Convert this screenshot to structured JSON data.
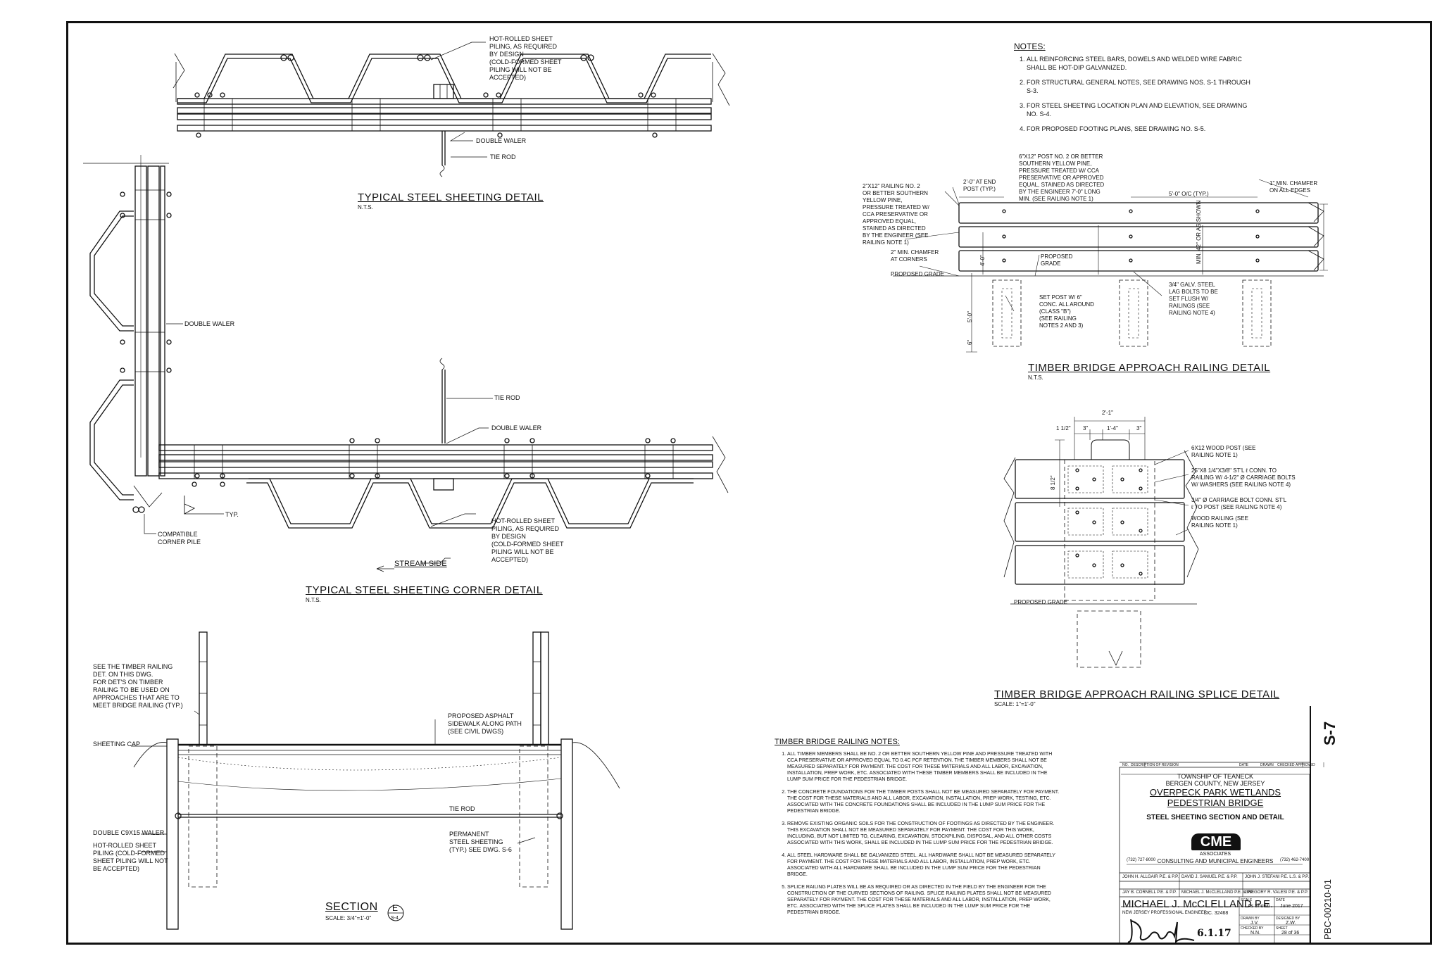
{
  "details": {
    "steel_sheeting": {
      "title": "TYPICAL STEEL SHEETING DETAIL",
      "scale": "N.T.S.",
      "labels": {
        "piling": "HOT-ROLLED SHEET\nPILING, AS REQUIRED\nBY DESIGN\n(COLD-FORMED SHEET\nPILING WILL NOT BE\nACCEPTED)",
        "double_waler": "DOUBLE WALER",
        "tie_rod": "TIE ROD"
      }
    },
    "corner": {
      "title": "TYPICAL STEEL SHEETING CORNER DETAIL",
      "scale": "N.T.S.",
      "labels": {
        "double_waler_left": "DOUBLE WALER",
        "tie_rod": "TIE ROD",
        "double_waler": "DOUBLE WALER",
        "typ": "TYP.",
        "corner_pile": "COMPATIBLE\nCORNER PILE",
        "piling": "HOT-ROLLED SHEET\nPILING, AS REQUIRED\nBY DESIGN\n(COLD-FORMED SHEET\nPILING WILL NOT BE\nACCEPTED)",
        "stream_side": "STREAM SIDE"
      }
    },
    "section": {
      "title": "SECTION",
      "scale": "SCALE:  3/4\"=1'-0\"",
      "callout_letter": "E",
      "callout_sheet": "S-4",
      "labels": {
        "timber_railing": "SEE THE TIMBER RAILING\nDET. ON THIS DWG.\nFOR DET'S ON TIMBER\nRAILING TO BE USED ON\nAPPROACHES THAT ARE TO\nMEET BRIDGE RAILING (TYP.)",
        "sheeting_cap": "SHEETING CAP",
        "asphalt": "PROPOSED ASPHALT\nSIDEWALK ALONG PATH\n(SEE CIVIL DWGS)",
        "tie_rod": "TIE ROD",
        "waler": "DOUBLE C9x15 WALER",
        "piling": "HOT-ROLLED SHEET\nPILING (COLD-FORMED\nSHEET PILING WILL NOT\nBE ACCEPTED)",
        "permanent": "PERMANENT\nSTEEL SHEETING\n(TYP.) SEE DWG. S-6"
      }
    },
    "railing": {
      "title": "TIMBER BRIDGE APPROACH RAILING DETAIL",
      "scale": "N.T.S.",
      "labels": {
        "post": "6\"x12\" POST NO. 2 OR BETTER\nSOUTHERN YELLOW PINE,\nPRESSURE TREATED W/ CCA\nPRESERVATIVE OR APPROVED\nEQUAL, STAINED AS DIRECTED\nBY THE ENGINEER 7'-0\" LONG\nMIN. (SEE RAILING NOTE 1)",
        "rail": "2\"x12\" RAILING NO. 2\nOR BETTER SOUTHERN\nYELLOW PINE,\nPRESSURE TREATED W/\nCCA PRESERVATIVE OR\nAPPROVED EQUAL,\nSTAINED AS DIRECTED\nBY THE ENGINEER (SEE\nRAILING NOTE 1)",
        "end_post": "2'-0\" AT END\nPOST (TYP.)",
        "spacing": "5'-0\" o/c (TYP.)",
        "chamfer_1": "1\" MIN. CHAMFER\nON ALL EDGES",
        "chamfer_2": "2\" MIN. CHAMFER\nAT CORNERS",
        "grade_prop": "PROPOSED\nGRADE",
        "proposed_grade": "PROPOSED GRADE",
        "set_post": "SET POST W/ 6\"\nCONC. ALL AROUND\n(CLASS \"B\")\n(SEE RAILING\nNOTES 2 AND 3)",
        "lag_bolts": "3/4\" GALV. STEEL\nLAG BOLTS TO BE\nSET FLUSH W/\nRAILINGS (SEE\nRAILING NOTE 4)",
        "dim_4_0": "4'-0\"",
        "dim_min": "MIN. 42\" OR\nAS SHOWN",
        "dim_5_0": "5'-0\"",
        "dim_6": "6\""
      }
    },
    "splice": {
      "title": "TIMBER BRIDGE APPROACH RAILING SPLICE DETAIL",
      "scale": "SCALE:  1\"=1'-0\"",
      "labels": {
        "dim_top": "2'-1\"",
        "dim_a": "1 1/2\"",
        "dim_b": "3\"",
        "dim_c": "1'-4\"",
        "dim_d": "3\"",
        "dim_side": "8 1/2\"",
        "wood_post": "6x12 WOOD POST (SEE\nRAILING NOTE 1)",
        "conn": "25\"x8 1/4\"x3/8\" ST'L ℓ CONN. TO\nRAILING W/ 4-1/2\" ø CARRIAGE BOLTS\nW/ WASHERS (SEE RAILING NOTE 4)",
        "bolt": "3/4\" ø CARRIAGE BOLT CONN. ST'L\nℓ TO POST (SEE RAILING NOTE 4)",
        "wood_railing": "WOOD RAILING (SEE\nRAILING NOTE 1)",
        "proposed_grade": "PROPOSED GRADE"
      }
    }
  },
  "notes": {
    "heading": "NOTES:",
    "items": [
      "ALL REINFORCING STEEL BARS, DOWELS AND WELDED WIRE FABRIC SHALL BE HOT-DIP GALVANIZED.",
      "FOR STRUCTURAL GENERAL NOTES, SEE DRAWING NOS. S-1 THROUGH S-3.",
      "FOR STEEL SHEETING LOCATION PLAN AND ELEVATION, SEE DRAWING NO. S-4.",
      "FOR PROPOSED FOOTING PLANS, SEE DRAWING NO. S-5."
    ]
  },
  "railing_notes": {
    "heading": "TIMBER BRIDGE RAILING NOTES:",
    "items": [
      "ALL TIMBER MEMBERS SHALL BE No. 2 OR BETTER SOUTHERN YELLOW PINE AND PRESSURE TREATED WITH CCA PRESERVATIVE OR APPROVED EQUAL TO 0.4C PCF RETENTION. THE TIMBER MEMBERS SHALL NOT BE MEASURED SEPARATELY FOR PAYMENT. THE COST FOR THESE MATERIALS AND ALL LABOR, EXCAVATION, INSTALLATION, PREP WORK, ETC. ASSOCIATED WITH THESE TIMBER MEMBERS SHALL BE INCLUDED IN THE LUMP SUM PRICE FOR THE PEDESTRIAN BRIDGE.",
      "THE CONCRETE FOUNDATIONS FOR THE TIMBER POSTS SHALL NOT BE MEASURED SEPARATELY FOR PAYMENT. THE COST FOR THESE MATERIALS AND ALL LABOR, EXCAVATION, INSTALLATION, PREP WORK, TESTING, ETC. ASSOCIATED WITH THE CONCRETE FOUNDATIONS SHALL BE INCLUDED IN THE LUMP SUM PRICE FOR THE PEDESTRIAN BRIDGE.",
      "REMOVE EXISTING ORGANIC SOILS FOR THE CONSTRUCTION OF FOOTINGS AS DIRECTED BY THE ENGINEER. THIS EXCAVATION SHALL NOT BE MEASURED SEPARATELY FOR PAYMENT. THE COST FOR THIS WORK, INCLUDING, BUT NOT LIMITED TO, CLEARING, EXCAVATION, STOCKPILING, DISPOSAL, AND ALL OTHER COSTS ASSOCIATED WITH THIS WORK, SHALL BE INCLUDED IN THE LUMP SUM PRICE FOR THE PEDESTRIAN BRIDGE.",
      "ALL STEEL HARDWARE SHALL BE GALVANIZED STEEL. ALL HARDWARE SHALL NOT BE MEASURED SEPARATELY FOR PAYMENT. THE COST FOR THESE MATERIALS AND ALL LABOR, INSTALLATION, PREP WORK, ETC. ASSOCIATED WITH ALL HARDWARE SHALL BE INCLUDED IN THE LUMP SUM PRICE FOR THE PEDESTRIAN BRIDGE.",
      "SPLICE RAILING PLATES WILL BE AS REQUIRED OR AS DIRECTED IN THE FIELD BY THE ENGINEER FOR THE CONSTRUCTION OF THE CURVED SECTIONS OF RAILING. SPLICE RAILING PLATES SHALL NOT BE MEASURED SEPARATELY FOR PAYMENT. THE COST FOR THESE MATERIALS AND ALL LABOR, INSTALLATION, PREP WORK, ETC. ASSOCIATED WITH THE SPLICE PLATES SHALL BE INCLUDED IN THE LUMP SUM PRICE FOR THE PEDESTRIAN BRIDGE."
    ]
  },
  "title_block": {
    "rev_headers": [
      "NO.",
      "DESCRIPTION OF REVISION",
      "DATE",
      "DRAWN",
      "CHECKED",
      "APPROVED"
    ],
    "owner": "TOWNSHIP OF TEANECK",
    "county": "BERGEN COUNTY, NEW JERSEY",
    "project_1": "OVERPECK PARK WETLANDS",
    "project_2": "PEDESTRIAN BRIDGE",
    "sheet_title": "STEEL SHEETING SECTION AND DETAIL",
    "firm_logo": "CME",
    "firm_name_1": "ASSOCIATES",
    "firm_name_2": "CONSULTING AND MUNICIPAL ENGINEERS",
    "phone_1": "(732) 727-8000",
    "phone_2": "(732) 462-7400",
    "engineers": [
      "JOHN H. ALLGAIR P.E. & P.P.",
      "DAVID J. SAMUEL P.E. & P.P.",
      "JOHN J. STEFANI P.E. L.S. & P.P.",
      "JAY B. CORNELL P.E. & P.P.",
      "MICHAEL J. McCLELLAND P.E. & P.P.",
      "GREGORY R. VALESI P.E. & P.P."
    ],
    "pe_name": "MICHAEL J. McCLELLAND P.E.",
    "pe_state": "NEW JERSEY PROFESSIONAL ENGINEER",
    "license": "LIC. 32468",
    "sign_date": "6.1.17",
    "scale_label": "SCALE",
    "scale_value": "As Shown",
    "date_label": "DATE",
    "date_value": "June 2017",
    "drawn_label": "DRAWN BY",
    "drawn_value": "J.V.",
    "designed_label": "DESIGNED BY",
    "designed_value": "Z.W.",
    "checked_label": "CHECKED BY",
    "checked_value": "N.N.",
    "sheet_label": "SHEET",
    "sheet_value": "28 of 36",
    "sheet_number": "S-7",
    "project_number": "PBC-00210-01"
  }
}
